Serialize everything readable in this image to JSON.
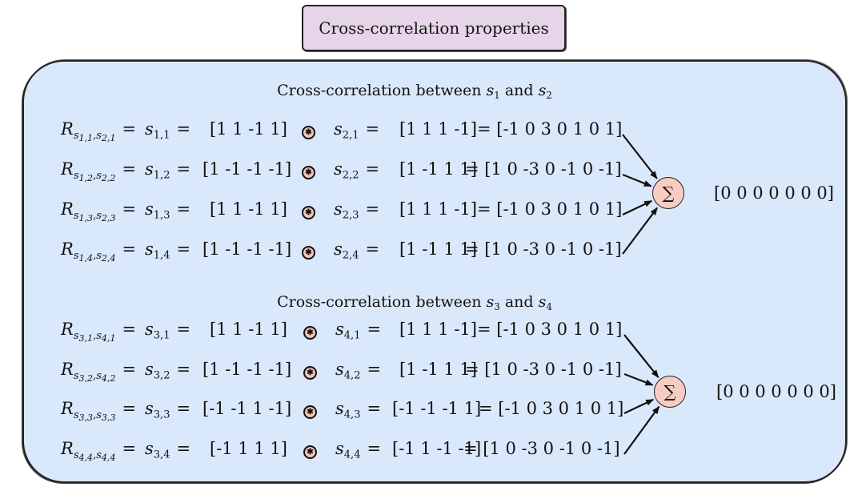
{
  "title": "Cross-correlation properties",
  "sections": [
    {
      "title_prefix": "Cross-correlation between ",
      "title_var1": "s",
      "title_sub1": "1",
      "title_mid": " and ",
      "title_var2": "s",
      "title_sub2": "2",
      "result": "[0 0 0 0 0 0 0]",
      "rows": [
        {
          "lhs_a": "1,1",
          "lhs_b": "2,1",
          "a_idx": "1,1",
          "a_vec": "[1 1 -1 1]",
          "b_idx": "2,1",
          "b_vec": "[1 1 1 -1]",
          "res": "= [-1 0 3 0 1 0 1]"
        },
        {
          "lhs_a": "1,2",
          "lhs_b": "2,2",
          "a_idx": "1,2",
          "a_vec": "[1 -1 -1 -1]",
          "b_idx": "2,2",
          "b_vec": "[1 -1 1 1]",
          "res": "= [1 0 -3 0 -1 0 -1]"
        },
        {
          "lhs_a": "1,3",
          "lhs_b": "2,3",
          "a_idx": "1,3",
          "a_vec": "[1 1 -1 1]",
          "b_idx": "2,3",
          "b_vec": "[1 1 1 -1]",
          "res": "= [-1 0 3 0 1 0 1]"
        },
        {
          "lhs_a": "1,4",
          "lhs_b": "2,4",
          "a_idx": "1,4",
          "a_vec": "[1 -1 -1 -1]",
          "b_idx": "2,4",
          "b_vec": "[1 -1 1 1]",
          "res": "= [1 0 -3 0 -1 0 -1]"
        }
      ]
    },
    {
      "title_prefix": "Cross-correlation between ",
      "title_var1": "s",
      "title_sub1": "3",
      "title_mid": " and ",
      "title_var2": "s",
      "title_sub2": "4",
      "result": "[0 0 0 0 0 0 0]",
      "rows": [
        {
          "lhs_a": "3,1",
          "lhs_b": "4,1",
          "a_idx": "3,1",
          "a_vec": "[1 1 -1 1]",
          "b_idx": "4,1",
          "b_vec": "[1 1 1 -1]",
          "res": "= [-1 0 3 0 1 0 1]"
        },
        {
          "lhs_a": "3,2",
          "lhs_b": "4,2",
          "a_idx": "3,2",
          "a_vec": "[1 -1 -1 -1]",
          "b_idx": "4,2",
          "b_vec": "[1 -1 1 1]",
          "res": "= [1 0 -3 0 -1 0 -1]"
        },
        {
          "lhs_a": "3,3",
          "lhs_b": "3,3",
          "a_idx": "3,3",
          "a_vec": "[-1 -1 1 -1]",
          "b_idx": "4,3",
          "b_vec": "[-1 -1 -1 1]",
          "res": "= [-1 0 3 0 1 0 1]"
        },
        {
          "lhs_a": "4,4",
          "lhs_b": "4,4",
          "a_idx": "3,4",
          "a_vec": "[-1 1 1 1]",
          "b_idx": "4,4",
          "b_vec": "[-1 1 -1 -1]",
          "res": "= [1 0 -3 0 -1 0 -1]"
        }
      ]
    }
  ],
  "symbols": {
    "R": "R",
    "s": "s",
    "equals": "=",
    "correlate_glyph": "✱",
    "sum_glyph": "∑"
  },
  "icons": [
    "cross-correlation-operator-icon",
    "summation-icon"
  ],
  "colors": {
    "panel_fill": "#dae8fb",
    "title_fill": "#e6d5e8",
    "operator_fill": "#f3c3b6",
    "sum_fill": "#f7cdc3"
  }
}
